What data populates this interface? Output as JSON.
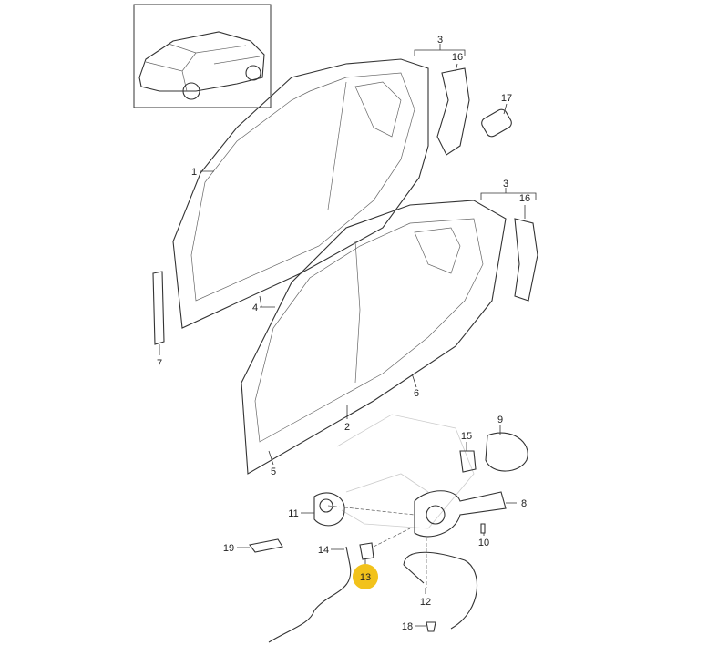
{
  "diagram": {
    "title": "Side panel and fuel filler flap parts diagram",
    "highlight_color": "#f2c21b",
    "selected_part": "13",
    "callouts": {
      "c3a": "3",
      "c16a": "16",
      "c17": "17",
      "c1": "1",
      "c3b": "3",
      "c16b": "16",
      "c7": "7",
      "c4": "4",
      "c6": "6",
      "c2": "2",
      "c5": "5",
      "c9": "9",
      "c15": "15",
      "c8": "8",
      "c11": "11",
      "c10": "10",
      "c19": "19",
      "c14": "14",
      "c13": "13",
      "c12": "12",
      "c18": "18"
    }
  }
}
